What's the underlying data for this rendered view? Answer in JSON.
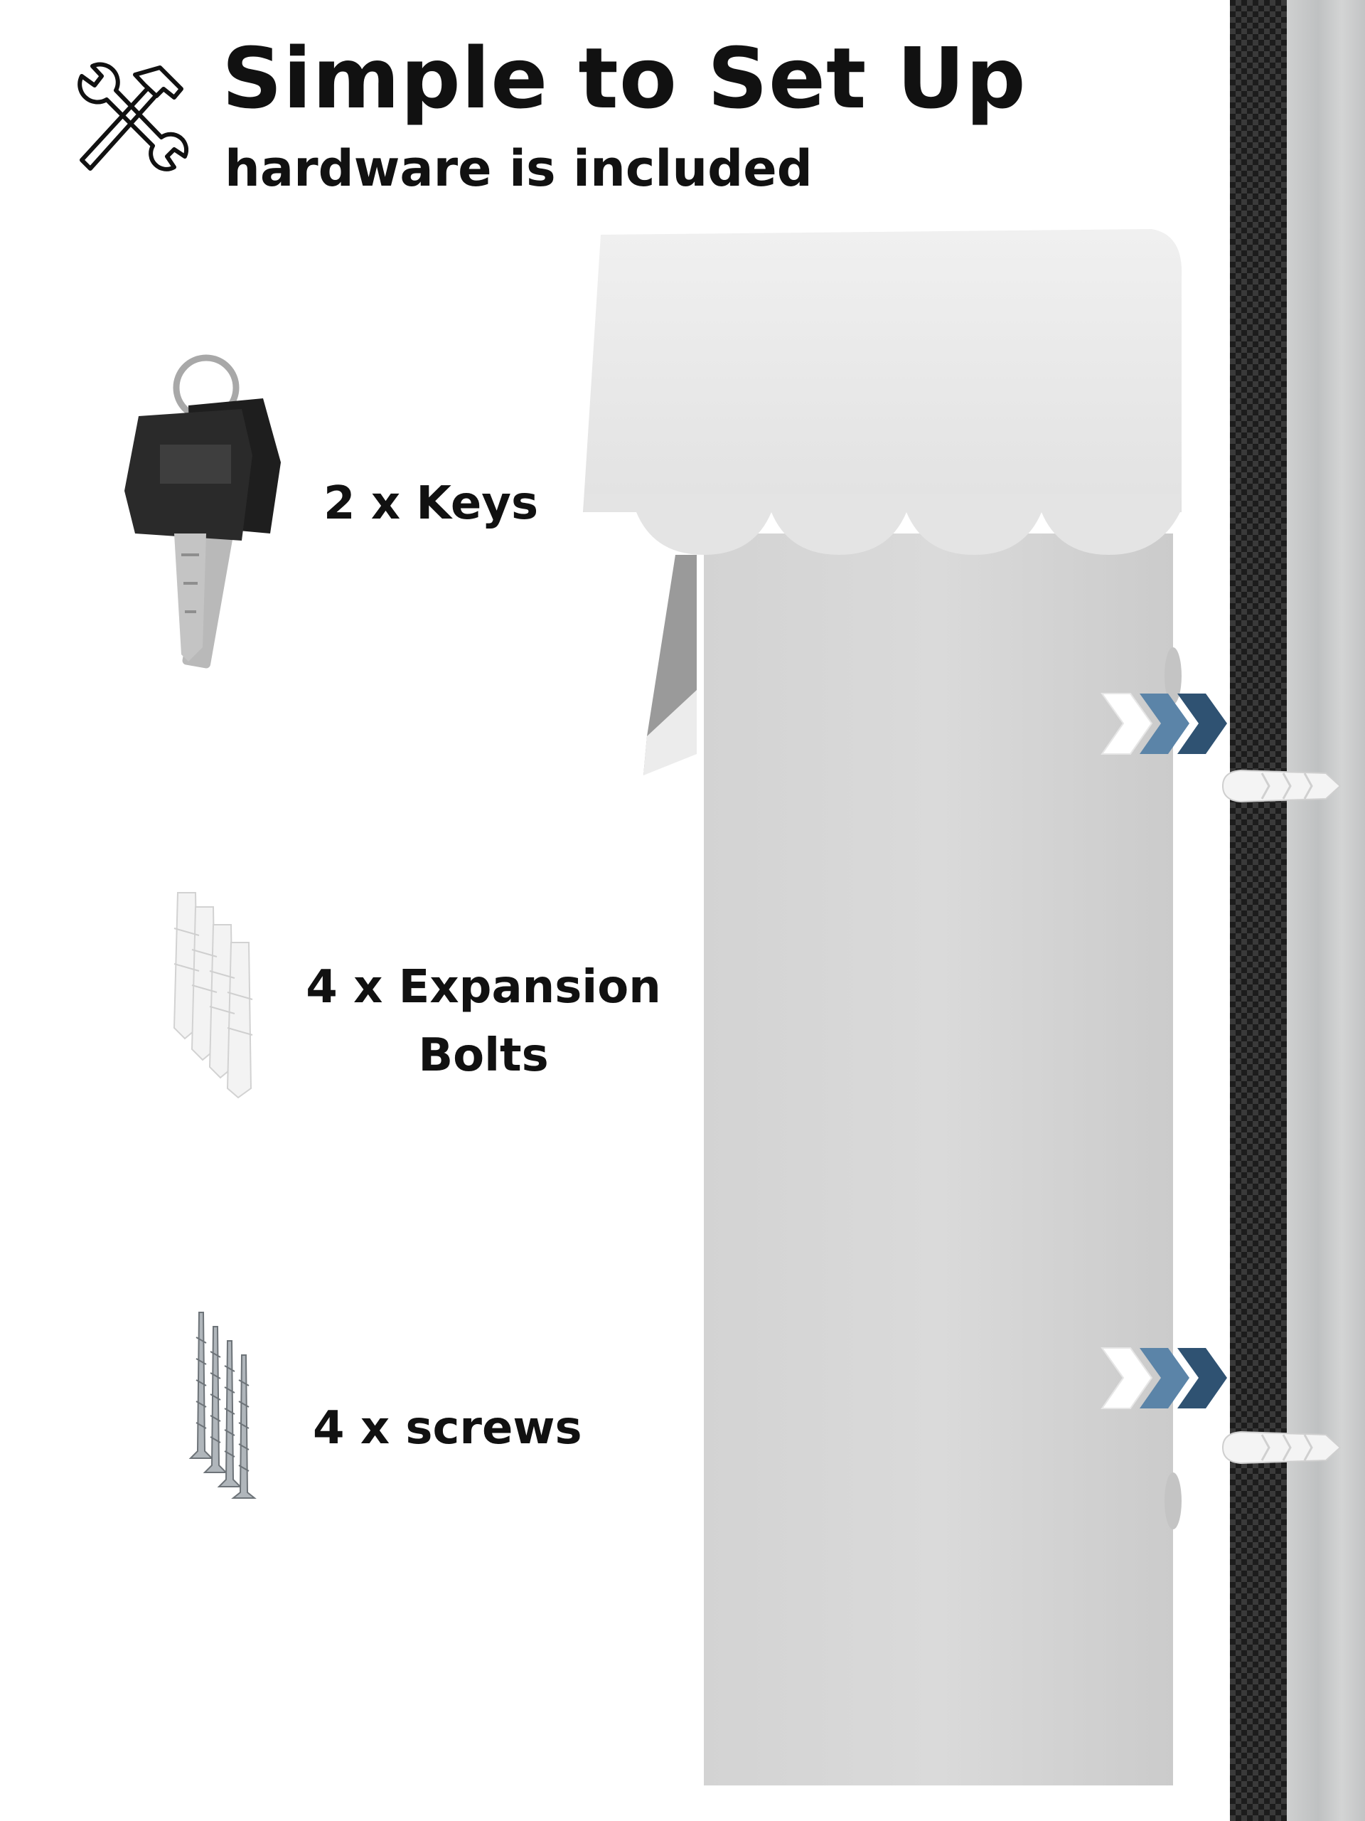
{
  "header": {
    "icon": "tools-icon",
    "title": "Simple to Set Up",
    "subtitle": "hardware is included"
  },
  "items": [
    {
      "label": "2 x Keys",
      "icon": "keys-icon"
    },
    {
      "label": "4 x Expansion Bolts",
      "icon": "expansion-bolts-icon"
    },
    {
      "label": "4 x screws",
      "icon": "screws-icon"
    }
  ],
  "colors": {
    "chevron_white": "#ffffff",
    "chevron_light": "#5b84a8",
    "chevron_dark": "#2f5272",
    "mailbox": "#d6d6d6"
  }
}
